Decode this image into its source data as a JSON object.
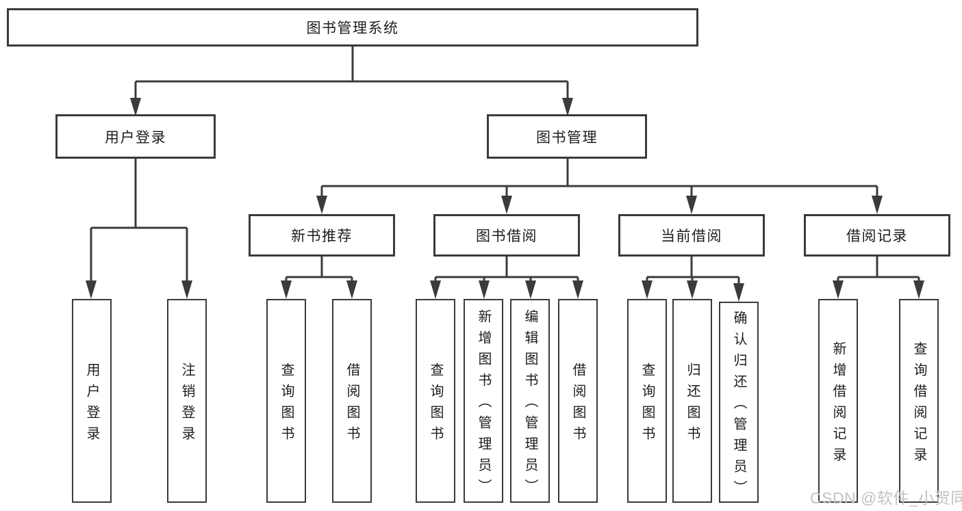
{
  "colors": {
    "line": "#3b3b3b",
    "box_border": "#3a3a3a",
    "box_fill": "#ffffff",
    "text": "#1d1d1d",
    "watermark": "#c2c2c2"
  },
  "watermark": {
    "text": "CSDN @软件_小贺同学"
  },
  "tree": {
    "root": {
      "label": "图书管理系统"
    },
    "branches": [
      {
        "label": "用户登录",
        "leaves": [
          {
            "label": "用户登录"
          },
          {
            "label": "注销登录"
          }
        ]
      },
      {
        "label": "图书管理",
        "sections": [
          {
            "label": "新书推荐",
            "leaves": [
              {
                "label": "查询图书"
              },
              {
                "label": "借阅图书"
              }
            ]
          },
          {
            "label": "图书借阅",
            "leaves": [
              {
                "label": "查询图书"
              },
              {
                "label": "新增图书（管理员）"
              },
              {
                "label": "编辑图书（管理员）"
              },
              {
                "label": "借阅图书"
              }
            ]
          },
          {
            "label": "当前借阅",
            "leaves": [
              {
                "label": "查询图书"
              },
              {
                "label": "归还图书"
              },
              {
                "label": "确认归还（管理员）"
              }
            ]
          },
          {
            "label": "借阅记录",
            "leaves": [
              {
                "label": "新增借阅记录"
              },
              {
                "label": "查询借阅记录"
              }
            ]
          }
        ]
      }
    ]
  }
}
